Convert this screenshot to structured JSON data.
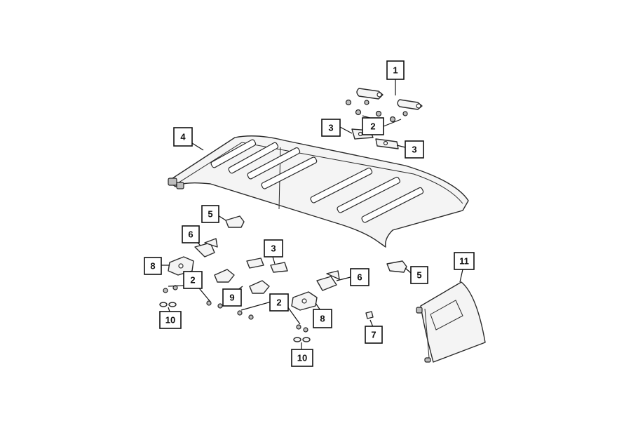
{
  "callouts": {
    "c1": "1",
    "c2a": "2",
    "c3a": "3",
    "c3b": "3",
    "c4": "4",
    "c5a": "5",
    "c6a": "6",
    "c8a": "8",
    "c3c": "3",
    "c5b": "5",
    "c11": "11",
    "c2b": "2",
    "c9": "9",
    "c6b": "6",
    "c2c": "2",
    "c8b": "8",
    "c10a": "10",
    "c7": "7",
    "c10b": "10"
  }
}
